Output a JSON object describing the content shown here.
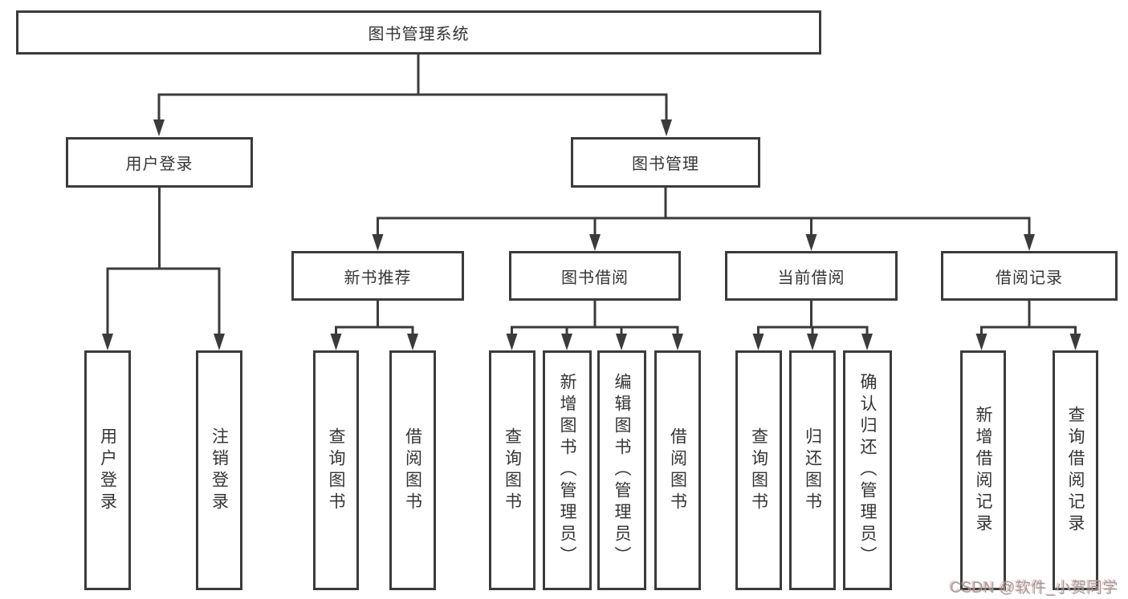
{
  "tree": {
    "label": "图书管理系统",
    "children": [
      {
        "label": "用户登录",
        "children": [
          {
            "label": "用户登录"
          },
          {
            "label": "注销登录"
          }
        ]
      },
      {
        "label": "图书管理",
        "children": [
          {
            "label": "新书推荐",
            "children": [
              {
                "label": "查询图书"
              },
              {
                "label": "借阅图书"
              }
            ]
          },
          {
            "label": "图书借阅",
            "children": [
              {
                "label": "查询图书"
              },
              {
                "label": "新增图书（管理员）"
              },
              {
                "label": "编辑图书（管理员）"
              },
              {
                "label": "借阅图书"
              }
            ]
          },
          {
            "label": "当前借阅",
            "children": [
              {
                "label": "查询图书"
              },
              {
                "label": "归还图书"
              },
              {
                "label": "确认归还（管理员）"
              }
            ]
          },
          {
            "label": "借阅记录",
            "children": [
              {
                "label": "新增借阅记录"
              },
              {
                "label": "查询借阅记录"
              }
            ]
          }
        ]
      }
    ]
  },
  "watermark": {
    "text": "CSDN @软件_小贺同学"
  },
  "colors": {
    "line": "#3b3b3b",
    "box_border": "#3b3b3b",
    "text": "#343434",
    "background": "#ffffff",
    "watermark_grey": "#9e9e9e",
    "watermark_red": "#e08c8c"
  }
}
